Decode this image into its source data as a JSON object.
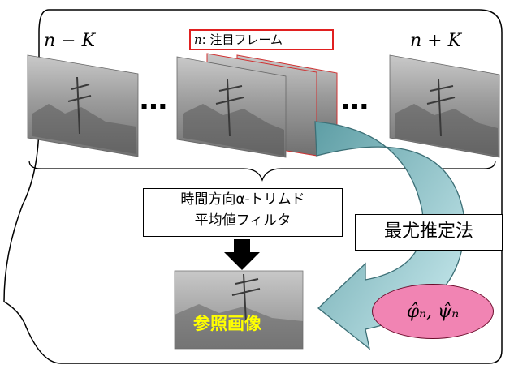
{
  "frames": {
    "left_label": "n − K",
    "right_label": "n + K",
    "target_label_prefix": "n",
    "target_label_text": ": 注目フレーム",
    "ellipsis": "⋯"
  },
  "filter": {
    "line1": "時間方向α-トリムド",
    "line2": "平均値フィルタ"
  },
  "mle": {
    "label": "最尤推定法"
  },
  "estimate": {
    "label": "φ̂ₙ, ψ̂ₙ"
  },
  "reference": {
    "label": "参照画像"
  }
}
